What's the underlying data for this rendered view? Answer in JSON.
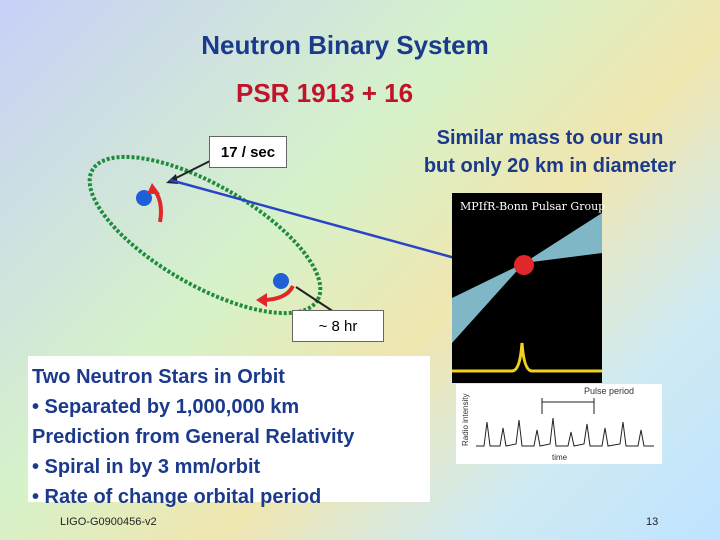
{
  "slide": {
    "title": "Neutron Binary System",
    "subtitle": "PSR 1913 + 16",
    "rate_label": "17 / sec",
    "mass_line1": "Similar mass to our sun",
    "mass_line2": "but only 20 km in diameter",
    "period_label": "~ 8 hr",
    "body_lines": [
      "Two Neutron Stars in Orbit",
      "• Separated by 1,000,000 km",
      "Prediction from General Relativity",
      "• Spiral in by 3 mm/orbit",
      "• Rate of change orbital period"
    ],
    "pulsar_caption": "MPIfR-Bonn Pulsar Group",
    "trace_label": "Pulse period",
    "trace_axis_y": "Radio intensity",
    "trace_axis_x": "time",
    "footer_id": "LIGO-G0900456-v2",
    "page_number": "13"
  },
  "colors": {
    "title": "#1c3a8c",
    "subtitle": "#c1132a",
    "orbit": "#1e8c3a",
    "star": "#1f5fd8",
    "arrow_red": "#e0282a",
    "pointer_line": "#2a44c8"
  }
}
